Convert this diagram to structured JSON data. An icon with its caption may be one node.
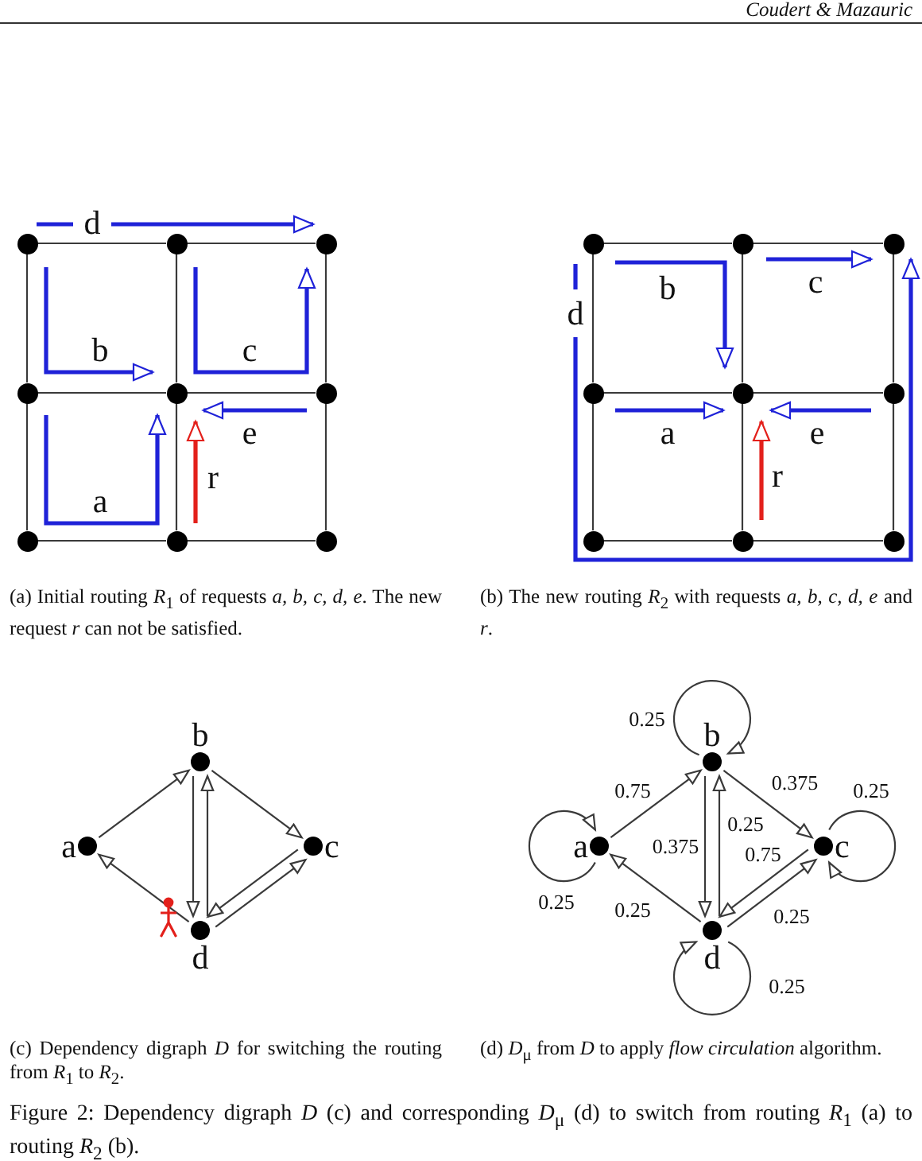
{
  "diagram": {
    "caption": "Figure 2: Dependency digraph *D* (c) and corresponding *D*$_{μ}$ (d) to switch from routing *R*$_{1}$ (a) to routing *R*$_{2}$ (b).",
    "nodes": [
      {
        "text": [],
        "shape": "circle"
      },
      {
        "text": [],
        "shape": "circle"
      },
      {
        "text": [],
        "shape": "circle"
      },
      {
        "text": [],
        "shape": "circle"
      },
      {
        "text": [],
        "shape": "circle"
      },
      {
        "text": [],
        "shape": "circle"
      },
      {
        "text": [],
        "shape": "circle"
      },
      {
        "text": [],
        "shape": "circle"
      },
      {
        "text": [],
        "shape": "circle"
      },
      {
        "text": [],
        "shape": "circle"
      },
      {
        "text": [],
        "shape": "circle"
      },
      {
        "text": [],
        "shape": "circle"
      },
      {
        "text": [],
        "shape": "circle"
      },
      {
        "text": [],
        "shape": "circle"
      },
      {
        "text": [],
        "shape": "circle"
      },
      {
        "text": [],
        "shape": "circle"
      },
      {
        "text": [],
        "shape": "circle"
      },
      {
        "text": [],
        "shape": "circle"
      },
      {
        "text": [
          "b"
        ]
      },
      {
        "text": [
          "a"
        ]
      },
      {
        "text": [
          "c"
        ]
      },
      {
        "text": [
          "d"
        ]
      },
      {
        "text": [
          "b"
        ]
      },
      {
        "text": [
          "a"
        ]
      },
      {
        "text": [
          "c"
        ]
      },
      {
        "text": [
          "d"
        ]
      }
    ],
    "edges": [
      {
        "from": 0,
        "to": 1,
        "arrow": "none"
      },
      {
        "from": 1,
        "to": 2,
        "arrow": "none"
      },
      {
        "from": 3,
        "to": 4,
        "arrow": "none"
      },
      {
        "from": 4,
        "to": 5,
        "arrow": "none"
      },
      {
        "from": 6,
        "to": 7,
        "arrow": "none"
      },
      {
        "from": 7,
        "to": 8,
        "arrow": "none"
      },
      {
        "from": 0,
        "to": 3,
        "arrow": "none"
      },
      {
        "from": 3,
        "to": 6,
        "arrow": "none"
      },
      {
        "from": 1,
        "to": 4,
        "arrow": "none"
      },
      {
        "from": 4,
        "to": 7,
        "arrow": "none"
      },
      {
        "from": 2,
        "to": 5,
        "arrow": "none"
      },
      {
        "from": 5,
        "to": 8,
        "arrow": "none"
      },
      {
        "from": 9,
        "to": 10,
        "arrow": "none"
      },
      {
        "from": 10,
        "to": 11,
        "arrow": "none"
      },
      {
        "from": 12,
        "to": 13,
        "arrow": "none"
      },
      {
        "from": 13,
        "to": 14,
        "arrow": "none"
      },
      {
        "from": 15,
        "to": 16,
        "arrow": "none"
      },
      {
        "from": 16,
        "to": 17,
        "arrow": "none"
      },
      {
        "from": 9,
        "to": 12,
        "arrow": "none"
      },
      {
        "from": 12,
        "to": 15,
        "arrow": "none"
      },
      {
        "from": 10,
        "to": 13,
        "arrow": "none"
      },
      {
        "from": 13,
        "to": 16,
        "arrow": "none"
      },
      {
        "from": 11,
        "to": 14,
        "arrow": "none"
      },
      {
        "from": 14,
        "to": 17,
        "arrow": "none"
      },
      {
        "from": 19,
        "to": 18,
        "arrow": "to"
      },
      {
        "from": 18,
        "to": 20,
        "arrow": "to"
      },
      {
        "from": 18,
        "to": 21,
        "arrow": "to"
      },
      {
        "from": 21,
        "to": 18,
        "arrow": "to"
      },
      {
        "from": 20,
        "to": 21,
        "arrow": "to"
      },
      {
        "from": 21,
        "to": 20,
        "arrow": "to"
      },
      {
        "from": 21,
        "to": 19,
        "arrow": "to"
      },
      {
        "from": 23,
        "to": 22,
        "arrow": "to",
        "label": "0.75"
      },
      {
        "from": 22,
        "to": 24,
        "arrow": "to",
        "label": "0.375"
      },
      {
        "from": 22,
        "to": 25,
        "arrow": "to",
        "label": "0.375"
      },
      {
        "from": 25,
        "to": 22,
        "arrow": "to",
        "label": "0.25"
      },
      {
        "from": 24,
        "to": 25,
        "arrow": "to",
        "label": "0.75"
      },
      {
        "from": 25,
        "to": 24,
        "arrow": "to",
        "label": "0.25"
      },
      {
        "from": 25,
        "to": 23,
        "arrow": "to",
        "label": "0.25"
      },
      {
        "from": 22,
        "to": 22,
        "arrow": "to",
        "label": "0.25"
      },
      {
        "from": 23,
        "to": 23,
        "arrow": "to",
        "label": "0.25"
      },
      {
        "from": 24,
        "to": 24,
        "arrow": "to",
        "label": "0.25"
      },
      {
        "from": 25,
        "to": 25,
        "arrow": "to",
        "label": "0.25"
      }
    ],
    "labels": [
      "Coudert & Mazauric",
      "d",
      "b",
      "c",
      "e",
      "r",
      "a",
      "b",
      "c",
      "d",
      "a",
      "e",
      "r",
      "(a) Initial routing *R*$_{1}$ of requests *a, b, c, d, e*. The new request *r* can not be satisfied.",
      "(b) The new routing *R*$_{2}$ with requests *a, b, c, d, e* and *r*.",
      "(c) Dependency digraph *D* for switching the routing from *R*$_{1}$ to *R*$_{2}$.",
      "(d) *D*$_{μ}$ from *D* to apply *flow circulation* algorithm."
    ]
  }
}
